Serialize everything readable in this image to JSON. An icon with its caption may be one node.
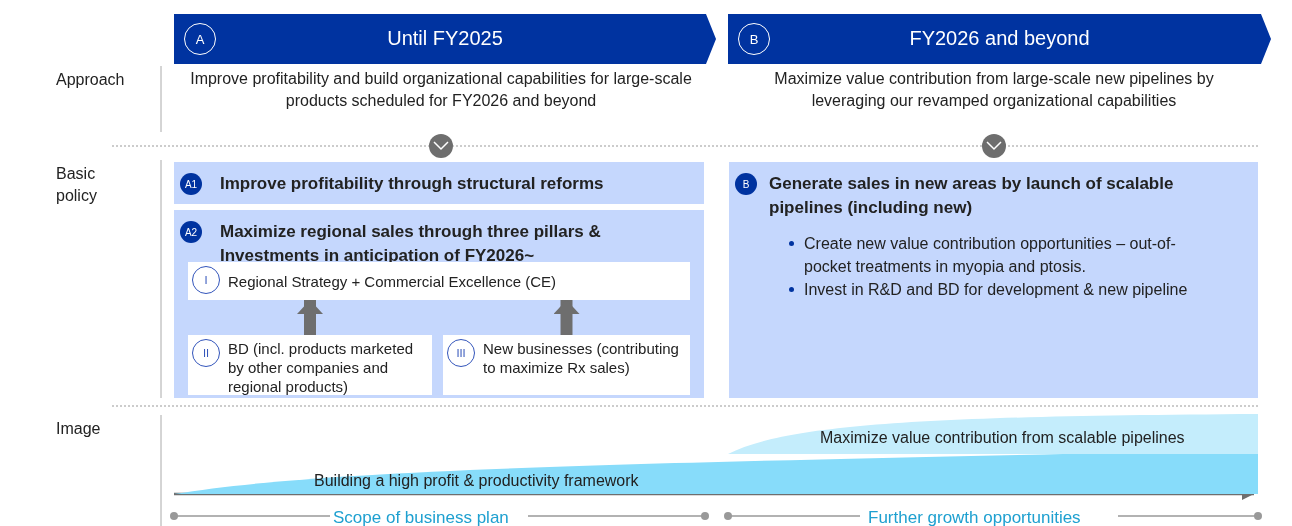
{
  "diagram": {
    "nodes": [
      {
        "text": [
          "A",
          "Until FY2025"
        ]
      },
      {
        "text": [
          "B",
          "FY2026 and beyond"
        ]
      },
      {
        "text": [
          "Improve profitability and build organizational capabilities for large-scale products scheduled for FY2026 and beyond"
        ]
      },
      {
        "text": [
          "Maximize value contribution from large-scale new pipelines by leveraging our revamped organizational capabilities"
        ]
      },
      {
        "text": [
          "A1",
          "Improve profitability through structural reforms"
        ]
      },
      {
        "text": [
          "A2",
          "Maximize regional sales through three pillars & Investments in anticipation of FY2026~"
        ]
      },
      {
        "text": [
          "I",
          "Regional Strategy + Commercial Excellence (CE)"
        ],
        "in": 5
      },
      {
        "text": [
          "II",
          "BD (incl. products marketed by other companies and regional products)"
        ],
        "in": 5
      },
      {
        "text": [
          "III",
          "New businesses (contributing to maximize Rx sales)"
        ],
        "in": 5
      },
      {
        "text": [
          "B",
          "Generate sales in new areas by launch of scalable pipelines (including new)",
          "Create new value contribution opportunities – out-of-pocket treatments in myopia and ptosis.",
          "Invest in R&D and BD for development & new pipeline"
        ]
      },
      {
        "text": [
          "Building a high profit & productivity framework"
        ]
      },
      {
        "text": [
          "Maximize value contribution from scalable pipelines"
        ]
      }
    ],
    "edges": [
      {
        "from": 7,
        "to": 6,
        "arrow": "to"
      },
      {
        "from": 8,
        "to": 6,
        "arrow": "to"
      }
    ],
    "labels": [
      "Approach",
      "Basic policy",
      "Image",
      "Scope of business plan",
      "Further growth opportunities"
    ]
  }
}
